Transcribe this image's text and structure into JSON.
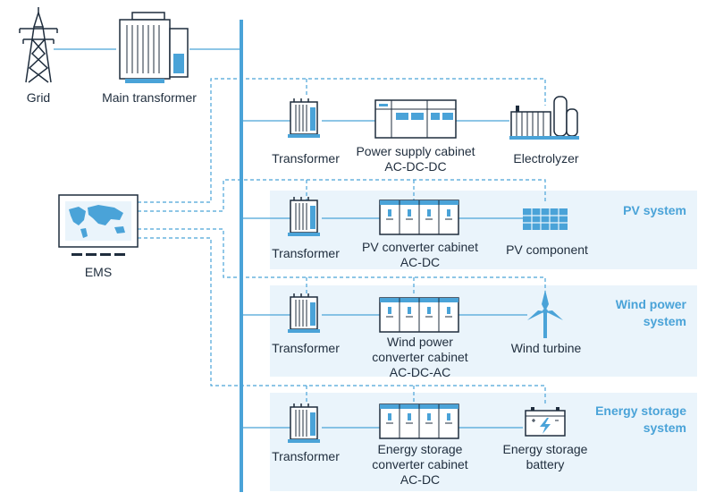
{
  "labels": {
    "grid": "Grid",
    "main_transformer": "Main transformer",
    "ems": "EMS",
    "transformer_1": "Transformer",
    "power_supply_cabinet": [
      "Power supply cabinet",
      "AC-DC-DC"
    ],
    "electrolyzer": "Electrolyzer",
    "transformer_2": "Transformer",
    "pv_converter_cabinet": [
      "PV converter cabinet",
      "AC-DC"
    ],
    "pv_component": "PV component",
    "transformer_3": "Transformer",
    "wind_converter_cabinet": [
      "Wind power",
      "converter cabinet",
      "AC-DC-AC"
    ],
    "wind_turbine": "Wind turbine",
    "transformer_4": "Transformer",
    "storage_converter_cabinet": [
      "Energy storage",
      "converter cabinet",
      "AC-DC"
    ],
    "storage_battery": [
      "Energy storage",
      "battery"
    ]
  },
  "sections": {
    "pv": [
      "PV system"
    ],
    "wind": [
      "Wind power",
      "system"
    ],
    "storage": [
      "Energy storage",
      "system"
    ]
  },
  "colors": {
    "accent": "#4aa3d8",
    "panel": "#eaf4fb",
    "dark": "#1f2d3d"
  }
}
